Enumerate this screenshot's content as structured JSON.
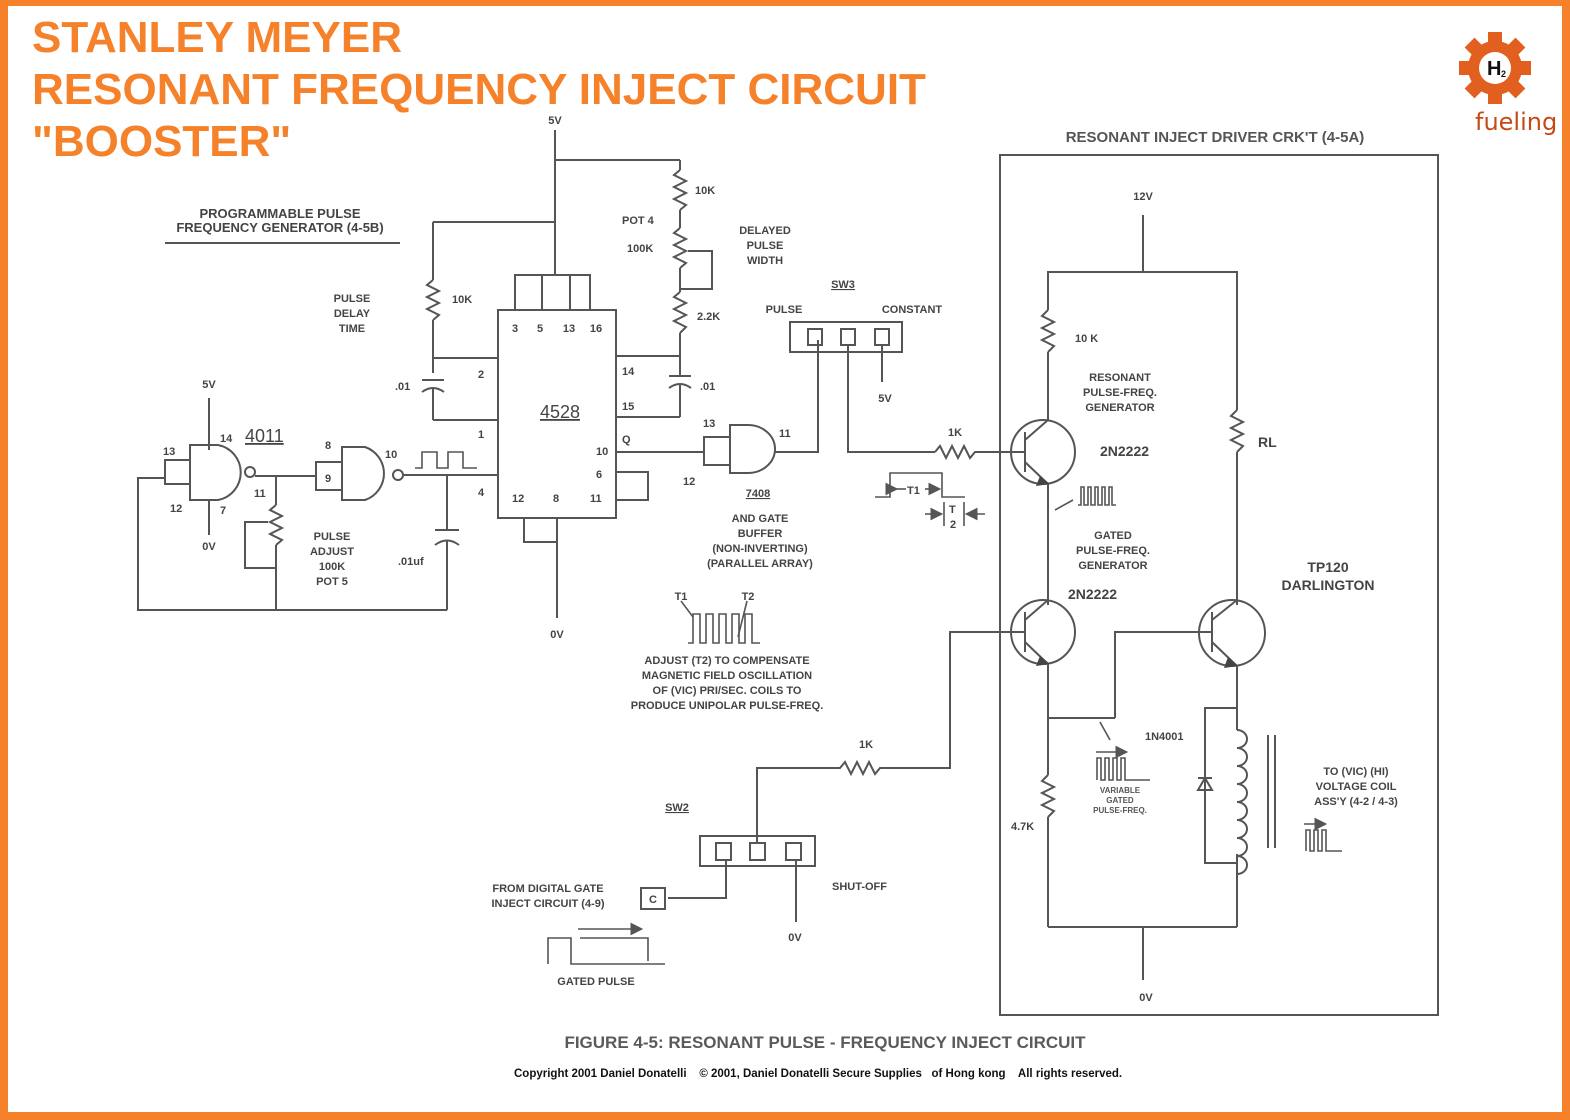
{
  "title": {
    "line1": "STANLEY MEYER",
    "line2": "RESONANT FREQUENCY INJECT CIRCUIT",
    "line3": "\"BOOSTER\""
  },
  "logo": {
    "symbol": "H",
    "subscript": "2",
    "text": "fueling",
    "icon": "gear-icon"
  },
  "colors": {
    "accent": "#f5822a",
    "logo_gear": "#e2601f",
    "logo_text": "#c54a15",
    "line": "#555555",
    "label": "#444444"
  },
  "generator": {
    "heading_line1": "PROGRAMMABLE PULSE",
    "heading_line2": "FREQUENCY GENERATOR (4-5B)",
    "supply_5v_top": "5V",
    "supply_5v_gate": "5V",
    "ground_gate": "0V",
    "ground_ic": "0V",
    "nand_chip": "4011",
    "nand_pins": [
      "13",
      "12",
      "14",
      "7",
      "11",
      "8",
      "9",
      "10"
    ],
    "pulse_delay_time": [
      "PULSE",
      "DELAY",
      "TIME"
    ],
    "r_delay": "10K",
    "c_delay": ".01",
    "pulse_adjust": [
      "PULSE",
      "ADJUST",
      "100K",
      "POT 5"
    ],
    "c_timing": ".01uf",
    "mono_chip": "4528",
    "mono_pins_top": [
      "3",
      "5",
      "13",
      "16"
    ],
    "mono_pins_left": [
      "2",
      "1",
      "4"
    ],
    "mono_pins_right": [
      "14",
      "15",
      "10",
      "6",
      "11"
    ],
    "mono_pins_bottom": [
      "12",
      "8"
    ],
    "q_label": "Q",
    "r_top": "10K",
    "pot4_label": "POT 4",
    "pot4_value": "100K",
    "r_bottom": "2.2K",
    "c_width": ".01",
    "delayed_pulse_width": [
      "DELAYED",
      "PULSE",
      "WIDTH"
    ]
  },
  "and_gate": {
    "chip": "7408",
    "pins": [
      "13",
      "12",
      "11"
    ],
    "description": [
      "AND GATE",
      "BUFFER",
      "(NON-INVERTING)",
      "(PARALLEL ARRAY)"
    ]
  },
  "sw3": {
    "label": "SW3",
    "left_label": "PULSE",
    "right_label": "CONSTANT",
    "supply": "5V"
  },
  "timing": {
    "t1": "T1",
    "t2": "T2",
    "t2_bottom": "2",
    "note": [
      "ADJUST (T2) TO COMPENSATE",
      "MAGNETIC FIELD OSCILLATION",
      "OF (VIC) PRI/SEC. COILS TO",
      "PRODUCE UNIPOLAR PULSE-FREQ."
    ]
  },
  "r_base_top": "1K",
  "r_base_bottom": "1K",
  "sw2": {
    "label": "SW2",
    "shutoff": "SHUT-OFF",
    "ground": "0V",
    "from_label": [
      "FROM DIGITAL GATE",
      "INJECT CIRCUIT (4-9)"
    ],
    "connector": "C",
    "gated_pulse": "GATED PULSE"
  },
  "driver": {
    "heading": "RESONANT INJECT DRIVER CRK'T (4-5A)",
    "supply": "12V",
    "r_collector": "10 K",
    "resonant_gen": [
      "RESONANT",
      "PULSE-FREQ.",
      "GENERATOR"
    ],
    "q1": "2N2222",
    "gated_gen": [
      "GATED",
      "PULSE-FREQ.",
      "GENERATOR"
    ],
    "q2": "2N2222",
    "rl": "RL",
    "darlington": [
      "TP120",
      "DARLINGTON"
    ],
    "diode": "1N4001",
    "r_emitter": "4.7K",
    "variable_gated": [
      "VARIABLE",
      "GATED",
      "PULSE-FREQ."
    ],
    "coil_label": [
      "TO (VIC)  (HI)",
      "VOLTAGE COIL",
      "ASS'Y (4-2 / 4-3)"
    ],
    "ground": "0V"
  },
  "caption": "FIGURE 4-5: RESONANT PULSE - FREQUENCY INJECT CIRCUIT",
  "copyright": "Copyright 2001 Daniel Donatelli    © 2001, Daniel Donatelli Secure Supplies   of Hong kong    All rights reserved."
}
